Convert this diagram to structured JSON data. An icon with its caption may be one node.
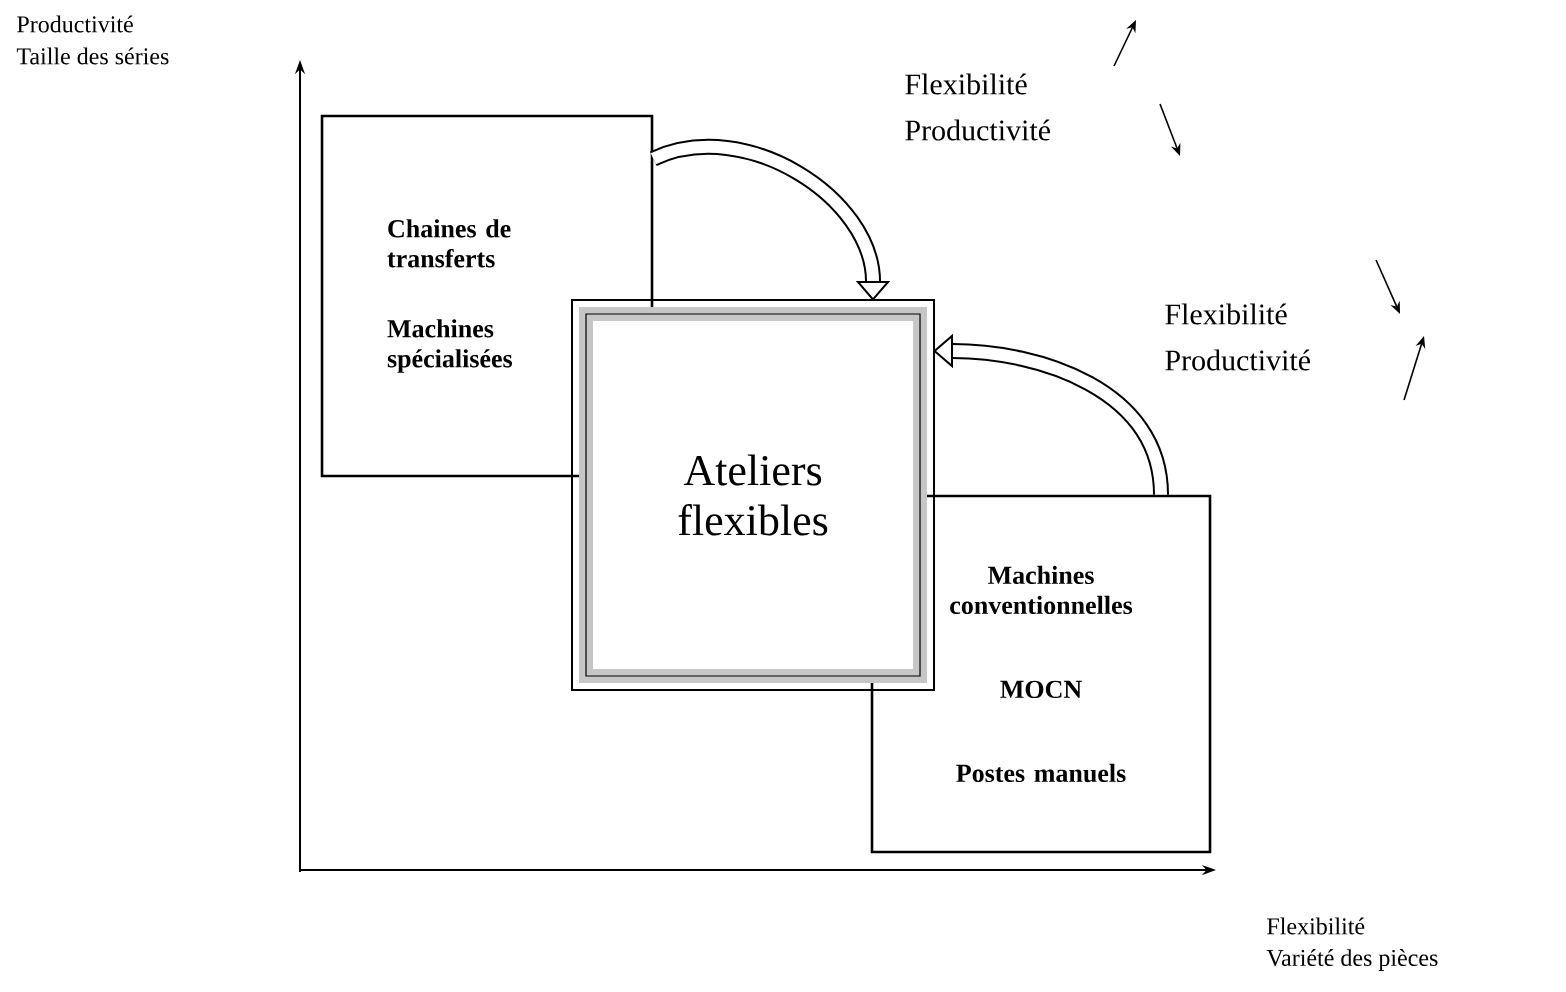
{
  "diagram": {
    "nodes": [
      {
        "text": [
          "Chaines de transferts",
          "Machines spécialisées"
        ]
      },
      {
        "text": [
          "Ateliers flexibles"
        ]
      },
      {
        "text": [
          "Machines conventionnelles",
          "MOCN",
          "Postes manuels"
        ]
      }
    ],
    "edges": [
      {
        "from": 0,
        "to": 1,
        "arrow": "to"
      },
      {
        "from": 2,
        "to": 1,
        "arrow": "to"
      }
    ],
    "labels": [
      "Productivité",
      "Taille des séries",
      "Flexibilité",
      "Productivité",
      "Flexibilité",
      "Productivité",
      "Flexibilité",
      "Variété des pièces"
    ]
  }
}
